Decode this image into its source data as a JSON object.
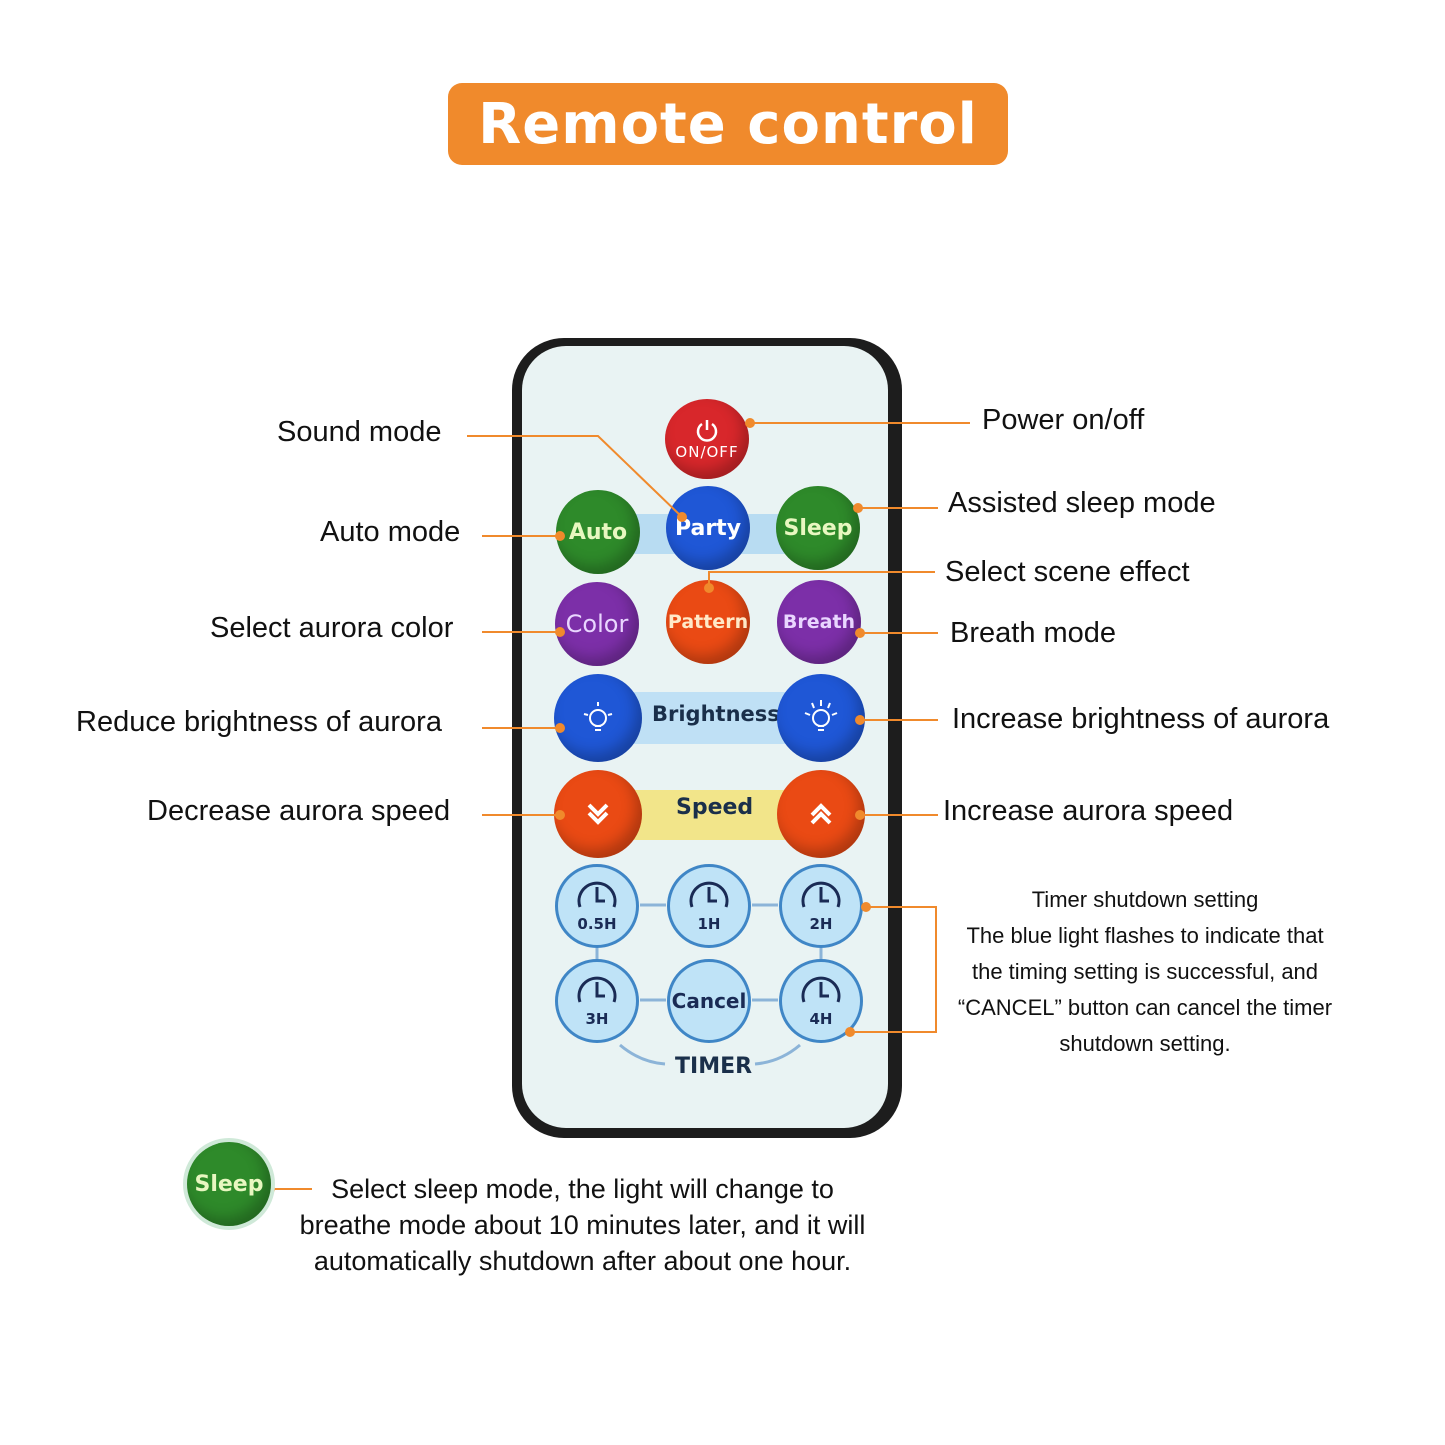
{
  "title": "Remote control",
  "buttons": {
    "power": "ON/OFF",
    "auto": "Auto",
    "party": "Party",
    "sleep": "Sleep",
    "color": "Color",
    "pattern": "Pattern",
    "breath": "Breath",
    "brightness_band": "Brightness",
    "speed_band": "Speed",
    "timer_05": "0.5H",
    "timer_1": "1H",
    "timer_2": "2H",
    "timer_3": "3H",
    "cancel": "Cancel",
    "timer_4": "4H",
    "timer_band": "TIMER"
  },
  "annotations": {
    "sound_mode": "Sound mode",
    "auto_mode": "Auto mode",
    "select_aurora_color": "Select aurora color",
    "reduce_brightness": "Reduce brightness of aurora",
    "decrease_speed": "Decrease aurora speed",
    "power": "Power on/off",
    "assisted_sleep": "Assisted sleep mode",
    "select_scene": "Select scene effect",
    "breath_mode": "Breath mode",
    "increase_brightness": "Increase brightness of aurora",
    "increase_speed": "Increase aurora speed"
  },
  "timer_note": {
    "line1": "Timer shutdown setting",
    "line2": "The blue light flashes to indicate that",
    "line3": "the timing setting is successful, and",
    "line4": "“CANCEL” button can cancel the timer",
    "line5": "shutdown setting."
  },
  "sleep_legend": {
    "button": "Sleep",
    "line1": "Select sleep mode, the light will change to",
    "line2": "breathe mode about 10 minutes later, and it will",
    "line3": "automatically shutdown after about one hour."
  },
  "colors": {
    "banner": "#f08a2c",
    "leader_line": "#f08a2c",
    "remote_body": "#1d1d1d"
  },
  "icons": [
    "power-icon",
    "bulb-icon",
    "chevron-down-icon",
    "chevron-up-icon",
    "clock-icon"
  ]
}
